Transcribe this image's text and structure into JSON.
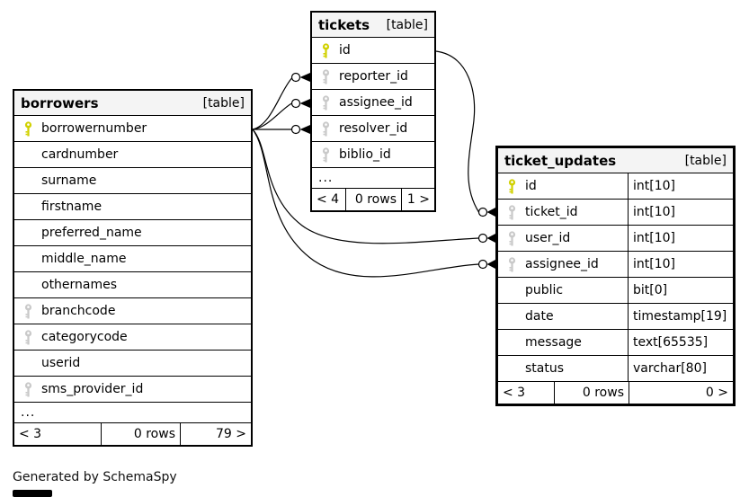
{
  "diagram": {
    "caption": "Generated by SchemaSpy",
    "colors": {
      "primary_key": "#d1d100",
      "foreign_key": "#c9c9c9",
      "header_bg": "#f4f4f4",
      "border": "#000000",
      "background": "#ffffff"
    }
  },
  "tables": {
    "borrowers": {
      "name": "borrowers",
      "badge": "[table]",
      "columns": [
        {
          "name": "borrowernumber",
          "key": "pk"
        },
        {
          "name": "cardnumber",
          "key": ""
        },
        {
          "name": "surname",
          "key": ""
        },
        {
          "name": "firstname",
          "key": ""
        },
        {
          "name": "preferred_name",
          "key": ""
        },
        {
          "name": "middle_name",
          "key": ""
        },
        {
          "name": "othernames",
          "key": ""
        },
        {
          "name": "branchcode",
          "key": "fk"
        },
        {
          "name": "categorycode",
          "key": "fk"
        },
        {
          "name": "userid",
          "key": ""
        },
        {
          "name": "sms_provider_id",
          "key": "fk"
        }
      ],
      "ellipsis": "...",
      "footer": {
        "left": "< 3",
        "center": "0 rows",
        "right": "79 >"
      }
    },
    "tickets": {
      "name": "tickets",
      "badge": "[table]",
      "columns": [
        {
          "name": "id",
          "key": "pk"
        },
        {
          "name": "reporter_id",
          "key": "fk"
        },
        {
          "name": "assignee_id",
          "key": "fk"
        },
        {
          "name": "resolver_id",
          "key": "fk"
        },
        {
          "name": "biblio_id",
          "key": "fk"
        }
      ],
      "ellipsis": "...",
      "footer": {
        "left": "< 4",
        "center": "0 rows",
        "right": "1 >"
      }
    },
    "ticket_updates": {
      "name": "ticket_updates",
      "badge": "[table]",
      "columns": [
        {
          "name": "id",
          "key": "pk",
          "type": "int[10]"
        },
        {
          "name": "ticket_id",
          "key": "fk",
          "type": "int[10]"
        },
        {
          "name": "user_id",
          "key": "fk",
          "type": "int[10]"
        },
        {
          "name": "assignee_id",
          "key": "fk",
          "type": "int[10]"
        },
        {
          "name": "public",
          "key": "",
          "type": "bit[0]"
        },
        {
          "name": "date",
          "key": "",
          "type": "timestamp[19]"
        },
        {
          "name": "message",
          "key": "",
          "type": "text[65535]"
        },
        {
          "name": "status",
          "key": "",
          "type": "varchar[80]"
        }
      ],
      "footer": {
        "left": "< 3",
        "center": "0 rows",
        "right": "0 >"
      }
    }
  },
  "relationships": [
    {
      "from": "borrowers.borrowernumber",
      "to": "tickets.reporter_id"
    },
    {
      "from": "borrowers.borrowernumber",
      "to": "tickets.assignee_id"
    },
    {
      "from": "borrowers.borrowernumber",
      "to": "tickets.resolver_id"
    },
    {
      "from": "tickets.id",
      "to": "ticket_updates.ticket_id"
    },
    {
      "from": "borrowers.borrowernumber",
      "to": "ticket_updates.user_id"
    },
    {
      "from": "borrowers.borrowernumber",
      "to": "ticket_updates.assignee_id"
    }
  ]
}
